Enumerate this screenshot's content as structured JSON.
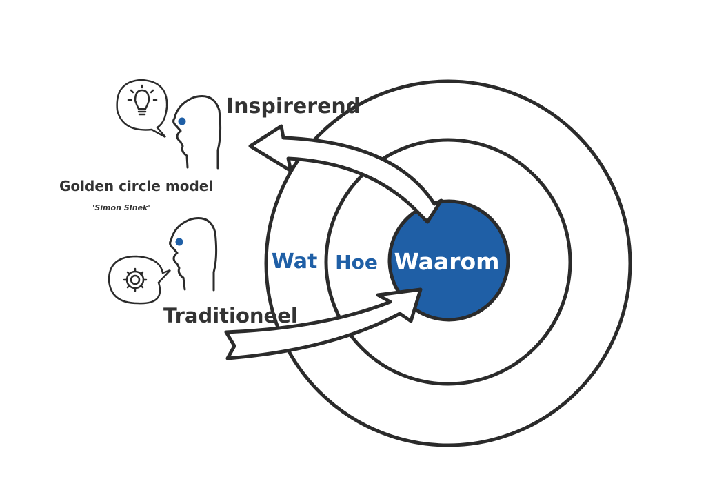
{
  "labels": {
    "inspiring": "Inspirerend",
    "traditional": "Traditioneel",
    "model_title": "Golden circle model",
    "author": "'Simon SInek'"
  },
  "rings": {
    "outer": "Wat",
    "middle": "Hoe",
    "inner": "Waarom"
  },
  "colors": {
    "accent": "#1f5fa6",
    "ink": "#2b2b2b"
  },
  "icons": [
    "lightbulb-icon",
    "gear-icon",
    "head-icon"
  ]
}
